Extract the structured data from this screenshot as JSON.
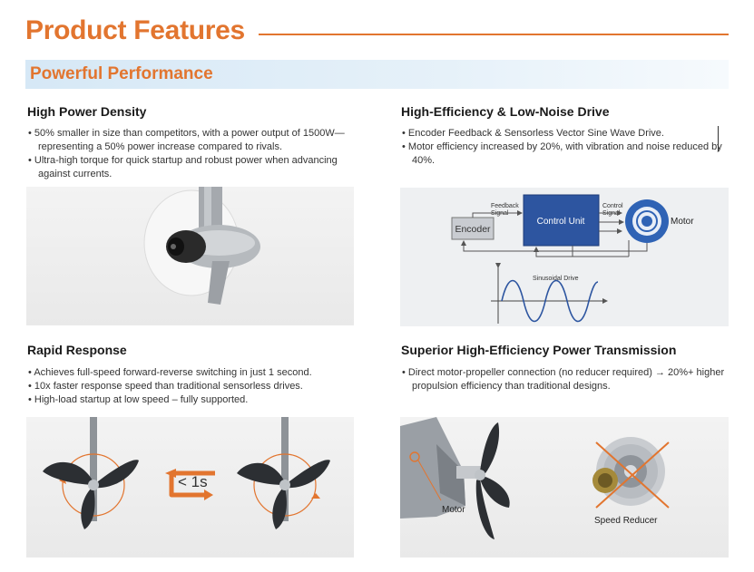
{
  "header": {
    "title": "Product Features"
  },
  "section": {
    "title": "Powerful Performance"
  },
  "features": [
    {
      "title": "High Power Density",
      "bullets": [
        "50% smaller in size than competitors, with a power output of 1500W—representing a 50% power increase compared to rivals.",
        "Ultra-high torque for quick startup and robust power when advancing against currents."
      ]
    },
    {
      "title": "High-Efficiency & Low-Noise Drive",
      "bullets": [
        "Encoder Feedback & Sensorless Vector Sine Wave Drive.",
        "Motor efficiency increased by 20%, with vibration and noise reduced by 40%."
      ],
      "diagram": {
        "encoder": "Encoder",
        "control_unit": "Control Unit",
        "motor": "Motor",
        "feedback_signal": [
          "Feedback",
          "Signal"
        ],
        "control_signal": [
          "Control",
          "Signal"
        ],
        "sinusoidal_drive": "Sinusoidal Drive"
      }
    },
    {
      "title": "Rapid Response",
      "bullets": [
        "Achieves full-speed forward-reverse switching in just 1 second.",
        "10x faster response speed than traditional sensorless drives.",
        "High-load startup at low speed – fully supported."
      ],
      "time_label": "< 1s"
    },
    {
      "title": "Superior High-Efficiency Power Transmission",
      "bullets": [
        "Direct motor-propeller connection (no reducer required) → 20%+ higher propulsion efficiency than traditional designs."
      ],
      "motor_label": "Motor",
      "reducer_label": "Speed Reducer"
    }
  ],
  "colors": {
    "accent": "#e2752f",
    "banner": "#d6e8f6",
    "control_unit": "#2d55a0",
    "motor_ring": "#2f63b5"
  }
}
